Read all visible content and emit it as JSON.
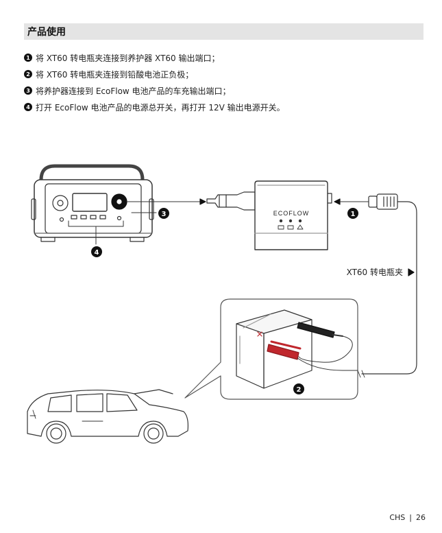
{
  "section": {
    "title": "产品使用"
  },
  "steps": [
    {
      "num": "1",
      "text": "将 XT60 转电瓶夹连接到养护器 XT60 输出端口；"
    },
    {
      "num": "2",
      "text": "将 XT60 转电瓶夹连接到铅酸电池正负极；"
    },
    {
      "num": "3",
      "text": "将养护器连接到 EcoFlow 电池产品的车充输出端口；"
    },
    {
      "num": "4",
      "text": "打开 EcoFlow 电池产品的电源总开关，再打开 12V 输出电源开关。"
    }
  ],
  "diagram": {
    "maintainer_brand": "ECOFLOW",
    "cable_label": "XT60 转电瓶夹",
    "callouts": [
      "1",
      "2",
      "3",
      "4"
    ]
  },
  "footer": {
    "lang": "CHS",
    "separator": "|",
    "page": "26"
  }
}
